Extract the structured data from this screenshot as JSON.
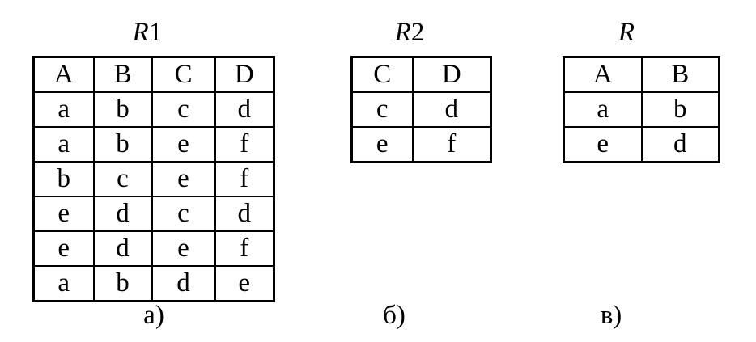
{
  "figure": {
    "background": "#ffffff",
    "ink": "#000000",
    "tables": [
      {
        "name": "R1",
        "title": {
          "italic": "R",
          "suffix": "1"
        },
        "caption": "а)",
        "headers": [
          "A",
          "B",
          "C",
          "D"
        ],
        "rows": [
          [
            "a",
            "b",
            "c",
            "d"
          ],
          [
            "a",
            "b",
            "e",
            "f"
          ],
          [
            "b",
            "c",
            "e",
            "f"
          ],
          [
            "e",
            "d",
            "c",
            "d"
          ],
          [
            "e",
            "d",
            "e",
            "f"
          ],
          [
            "a",
            "b",
            "d",
            "e"
          ]
        ]
      },
      {
        "name": "R2",
        "title": {
          "italic": "R",
          "suffix": "2"
        },
        "caption": "б)",
        "headers": [
          "C",
          "D"
        ],
        "rows": [
          [
            "c",
            "d"
          ],
          [
            "e",
            "f"
          ]
        ]
      },
      {
        "name": "R",
        "title": {
          "italic": "R",
          "suffix": ""
        },
        "caption": "в)",
        "headers": [
          "A",
          "B"
        ],
        "rows": [
          [
            "a",
            "b"
          ],
          [
            "e",
            "d"
          ]
        ]
      }
    ]
  }
}
